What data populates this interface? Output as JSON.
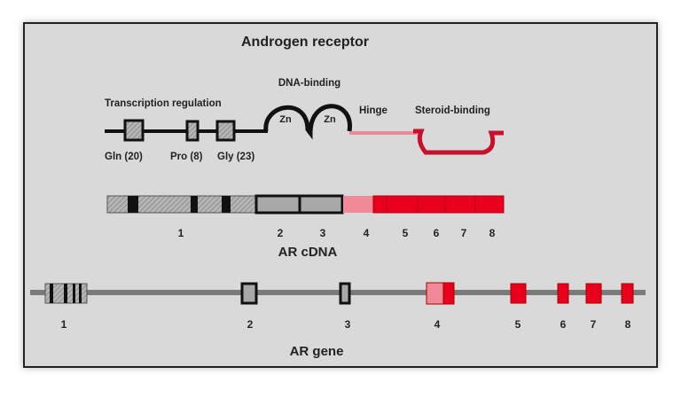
{
  "title": "Androgen receptor",
  "protein": {
    "labels": {
      "transcription": "Transcription regulation",
      "dna_binding": "DNA-binding",
      "hinge": "Hinge",
      "steroid": "Steroid-binding",
      "zn1": "Zn",
      "zn2": "Zn"
    },
    "repeats": [
      "Gln (20)",
      "Pro (8)",
      "Gly (23)"
    ]
  },
  "cdna": {
    "label": "AR cDNA",
    "exons": [
      "1",
      "2",
      "3",
      "4",
      "5",
      "6",
      "7",
      "8"
    ]
  },
  "gene": {
    "label": "AR gene",
    "exons": [
      "1",
      "2",
      "3",
      "4",
      "5",
      "6",
      "7",
      "8"
    ]
  },
  "colors": {
    "background": "#d9d9d9",
    "red": "#e8001c",
    "pink": "#f08a98",
    "gray": "#a8a8a8",
    "line": "#7a7a7a"
  }
}
